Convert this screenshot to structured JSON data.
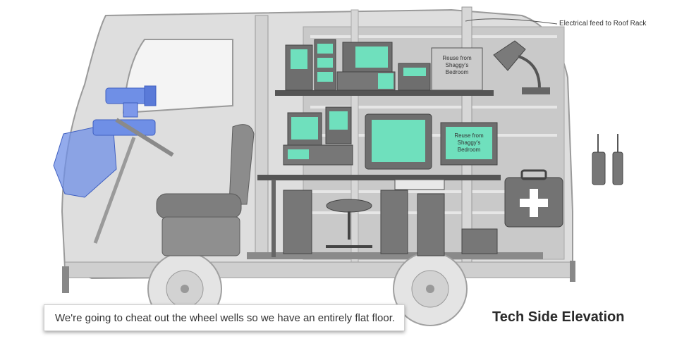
{
  "callout": {
    "text": "Electrical feed to Roof Rack"
  },
  "labels": {
    "crate_top": [
      "Reuse from",
      "Shaggy's",
      "Bedroom"
    ],
    "monitor_right": [
      "Reuse from",
      "Shaggy's",
      "Bedroom"
    ]
  },
  "note": {
    "text": "We're going to cheat out the wheel wells so we have an entirely flat floor."
  },
  "title": {
    "text": "Tech Side Elevation"
  },
  "colors": {
    "screen": "#6fe0bd",
    "camera_highlight": "#5b7fe0",
    "van_body": "#dcdcdc",
    "equipment": "#6e6e6e",
    "shelf": "#555555",
    "pegboard": "#bdbdbd"
  }
}
